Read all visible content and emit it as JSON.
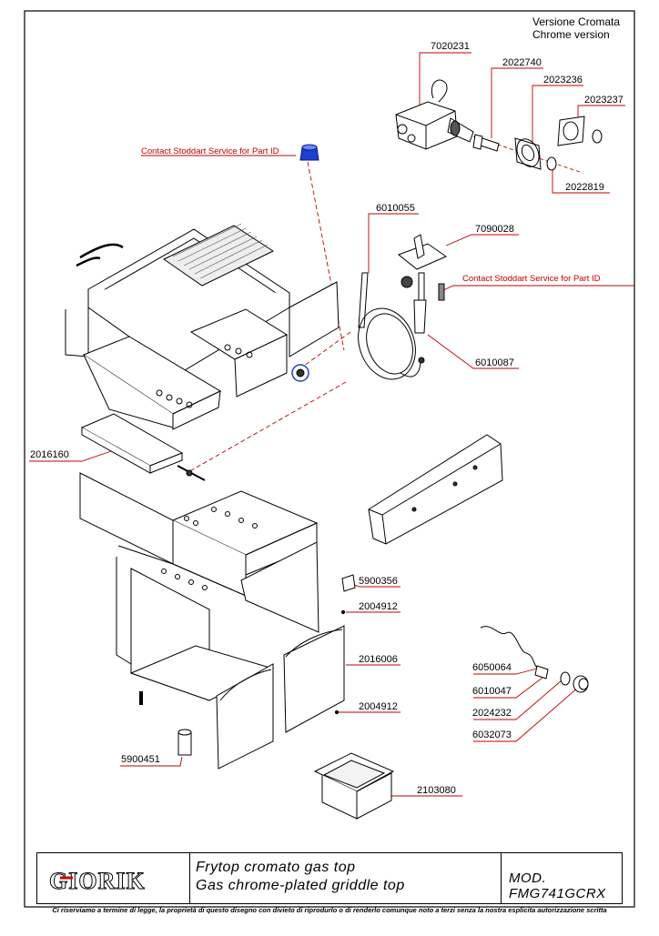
{
  "version": {
    "line1": "Versione  Cromata",
    "line2": "Chrome version"
  },
  "parts": {
    "p7020231": "7020231",
    "p2022740": "2022740",
    "p2023236": "2023236",
    "p2023237": "2023237",
    "p2022819": "2022819",
    "p6010055": "6010055",
    "p7090028": "7090028",
    "p6010087": "6010087",
    "p2016160": "2016160",
    "p5900356": "5900356",
    "p2004912a": "2004912",
    "p2016006": "2016006",
    "p2004912b": "2004912",
    "p6050064": "6050064",
    "p6010047": "6010047",
    "p2024232": "2024232",
    "p6032073": "6032073",
    "p5900451": "5900451",
    "p2103080": "2103080"
  },
  "contact_notes": {
    "knob": "Contact Stoddart Service for Part ID",
    "burner": "Contact Stoddart Service for Part ID"
  },
  "title_block": {
    "logo": "GIORIK",
    "title_it": "Frytop cromato gas top",
    "title_en": "Gas chrome-plated griddle top",
    "model": "MOD. FMG741GCRX"
  },
  "footer": "Ci riserviamo a termine di legge, la proprietà di questo disegno con divieto di riprodurlo o di renderlo comunque noto a terzi senza la nostra esplicita autorizzazione scritta"
}
